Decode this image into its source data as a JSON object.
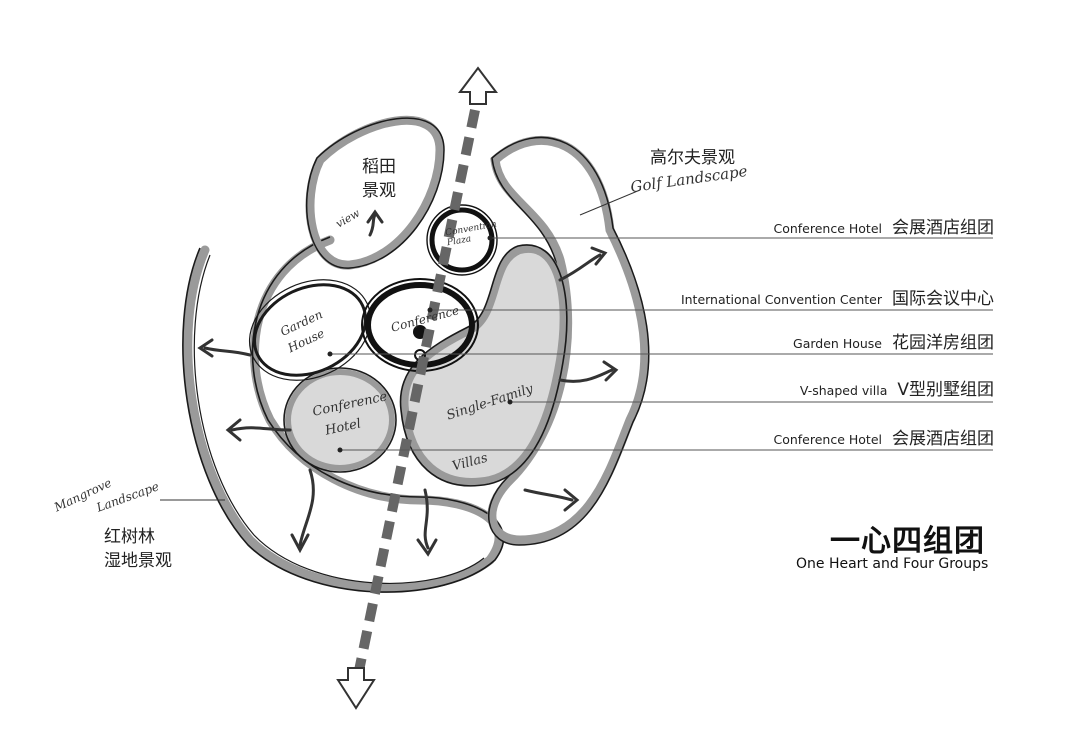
{
  "golf": {
    "cn": "高尔夫景观",
    "en_hand": "Golf Landscape"
  },
  "paddy": {
    "cn_line1": "稻田",
    "cn_line2": "景观"
  },
  "mangrove": {
    "hand_line1": "Mangrove",
    "hand_line2": "Landscape",
    "cn_line1": "红树林",
    "cn_line2": "湿地景观"
  },
  "legend_rows": [
    {
      "en": "Conference Hotel",
      "cn": "会展酒店组团"
    },
    {
      "en": "International Convention Center",
      "cn": "国际会议中心"
    },
    {
      "en": "Garden House",
      "cn": "花园洋房组团"
    },
    {
      "en": "V-shaped villa",
      "cn": "V型别墅组团"
    },
    {
      "en": "Conference Hotel",
      "cn": "会展酒店组团"
    }
  ],
  "heading": {
    "cn": "一心四组团",
    "en": "One Heart and Four Groups"
  },
  "sketch_labels": {
    "convention_top": "Convention Plaza",
    "conference_center": "Conference",
    "garden_house": "Garden House",
    "conference_hotel_line1": "Conference",
    "conference_hotel_line2": "Hotel",
    "single_family": "Single-Family",
    "villas": "Villas",
    "view": "view"
  },
  "colors": {
    "ink": "#1a1a1a",
    "gray_fill": "#d9d9d9",
    "gray_stroke": "#9a9a9a",
    "leader": "#555555"
  }
}
